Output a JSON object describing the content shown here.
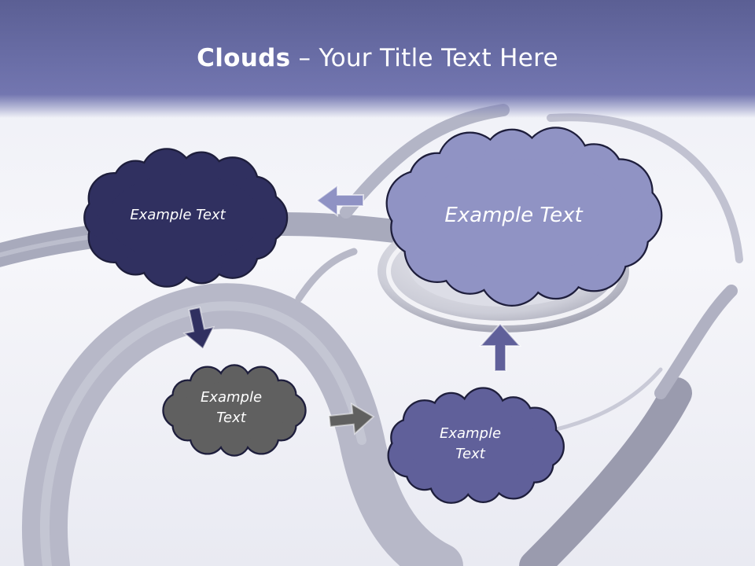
{
  "header": {
    "title_bold": "Clouds",
    "title_dash": " – ",
    "title_rest": "Your Title Text Here"
  },
  "clouds": [
    {
      "id": "cloud-top-left",
      "text": "Example Text",
      "fill": "#303060"
    },
    {
      "id": "cloud-top-right",
      "text": "Example Text",
      "fill": "#9093c4"
    },
    {
      "id": "cloud-middle-left",
      "lines": [
        "Example",
        "Text"
      ],
      "fill": "#606060"
    },
    {
      "id": "cloud-bottom-right",
      "lines": [
        "Example",
        "Text"
      ],
      "fill": "#60609a"
    }
  ],
  "arrows": [
    {
      "id": "arrow-left",
      "direction": "left",
      "color": "#8f92c4"
    },
    {
      "id": "arrow-down",
      "direction": "down-left",
      "color": "#303060"
    },
    {
      "id": "arrow-right",
      "direction": "right",
      "color": "#606060"
    },
    {
      "id": "arrow-up",
      "direction": "up",
      "color": "#60609a"
    }
  ],
  "colors": {
    "title_band": "#6b6fa8",
    "cloud_outline": "#1e1e3c"
  }
}
